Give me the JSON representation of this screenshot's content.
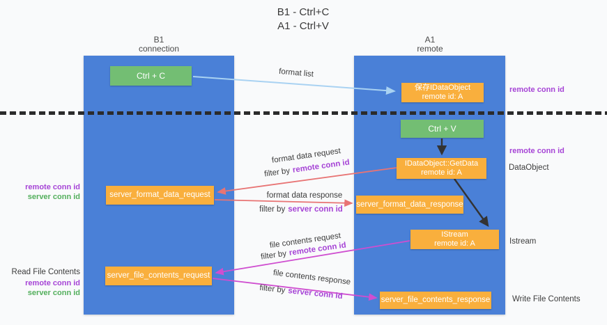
{
  "title": {
    "line1": "B1 - Ctrl+C",
    "line2": "A1 - Ctrl+V"
  },
  "columns": {
    "left": {
      "name": "B1",
      "role": "connection"
    },
    "right": {
      "name": "A1",
      "role": "remote"
    }
  },
  "nodes": {
    "ctrl_c": "Ctrl + C",
    "ctrl_v": "Ctrl + V",
    "save_idataobject": {
      "line1": "保存IDataObject",
      "line2": "remote id: A"
    },
    "getdata": {
      "line1": "IDataObject::GetData",
      "line2": "remote id: A"
    },
    "istream": {
      "line1": "IStream",
      "line2": "remote id: A"
    },
    "server_format_data_request": "server_format_data_request",
    "server_format_data_response": "server_format_data_response",
    "server_file_contents_request": "server_file_contents_request",
    "server_file_contents_response": "server_file_contents_response"
  },
  "arrow_labels": {
    "format_list": "format list",
    "format_data_request": "format data request",
    "format_data_response": "format data response",
    "file_contents_request": "file contents request",
    "file_contents_response": "file contents response",
    "filter_by": "filter by",
    "remote_conn_id": "remote conn id",
    "server_conn_id": "server conn id"
  },
  "side_labels": {
    "remote_conn_id": "remote conn id",
    "server_conn_id": "server conn id",
    "dataobject": "DataObject",
    "istream": "Istream",
    "read_file_contents": "Read File Contents",
    "write_file_contents": "Write File Contents"
  },
  "colors": {
    "column-blue": "#4a80d7",
    "node-green": "#73be73",
    "node-orange": "#f9af3d",
    "arrow-lightblue": "#a9d2f2",
    "arrow-red": "#e87474",
    "arrow-magenta": "#cf4ed0",
    "arrow-black": "#333333",
    "text-purple": "#a644d6",
    "text-green": "#53af5c",
    "text-dark": "#3c3c3c"
  }
}
